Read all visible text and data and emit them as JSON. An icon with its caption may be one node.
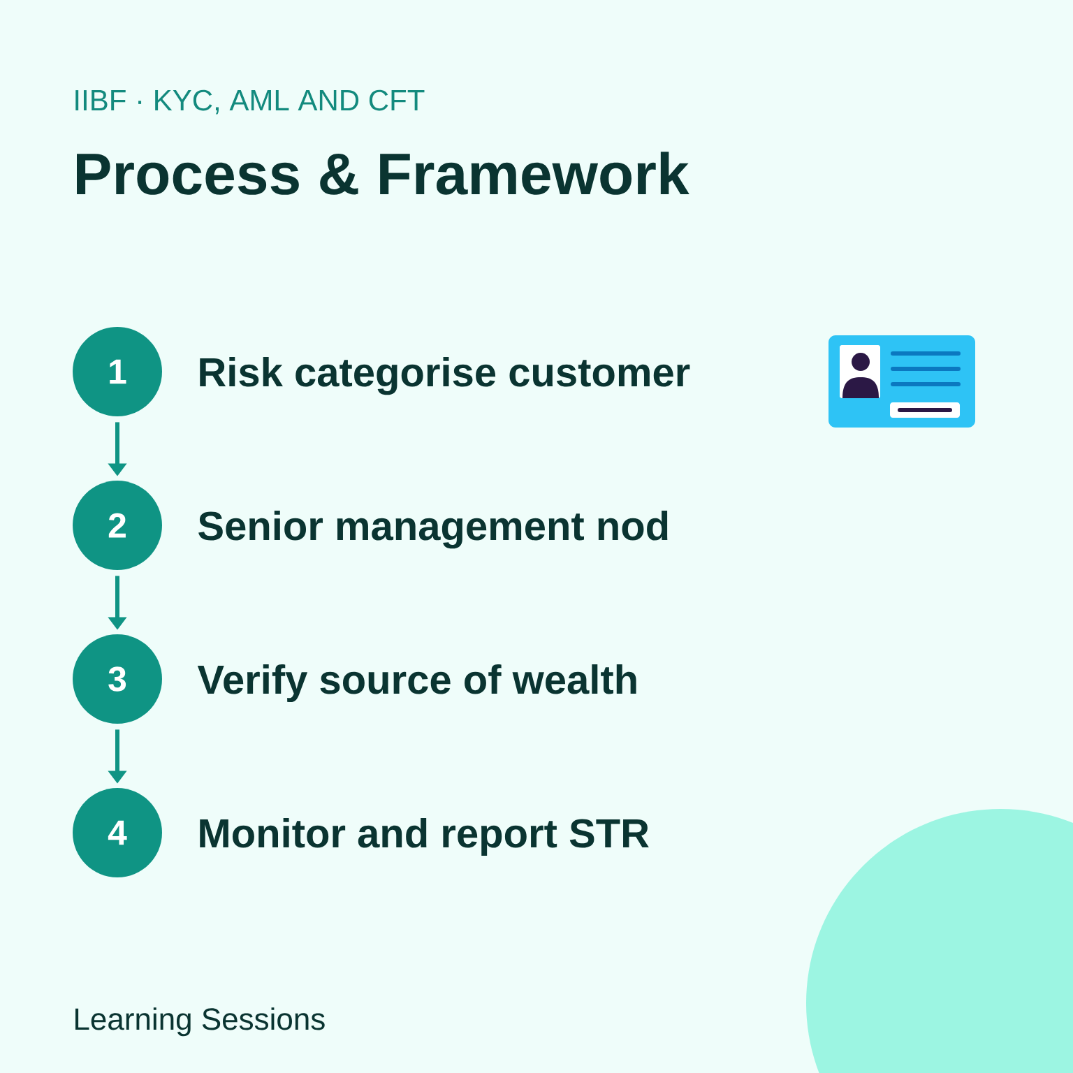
{
  "diagram": {
    "title": "Process & Framework",
    "nodes": [
      {
        "text": [
          "1"
        ],
        "beside": [
          "Risk categorise customer"
        ]
      },
      {
        "text": [
          "2"
        ],
        "beside": [
          "Senior management nod"
        ]
      },
      {
        "text": [
          "3"
        ],
        "beside": [
          "Verify source of wealth"
        ]
      },
      {
        "text": [
          "4"
        ],
        "beside": [
          "Monitor and report STR"
        ]
      }
    ],
    "edges": [
      {
        "from": 0,
        "to": 1,
        "arrow": "to"
      },
      {
        "from": 1,
        "to": 2,
        "arrow": "to"
      },
      {
        "from": 2,
        "to": 3,
        "arrow": "to"
      }
    ],
    "labels": [
      "IIBF · KYC, AML AND CFT",
      "Learning Sessions"
    ]
  }
}
